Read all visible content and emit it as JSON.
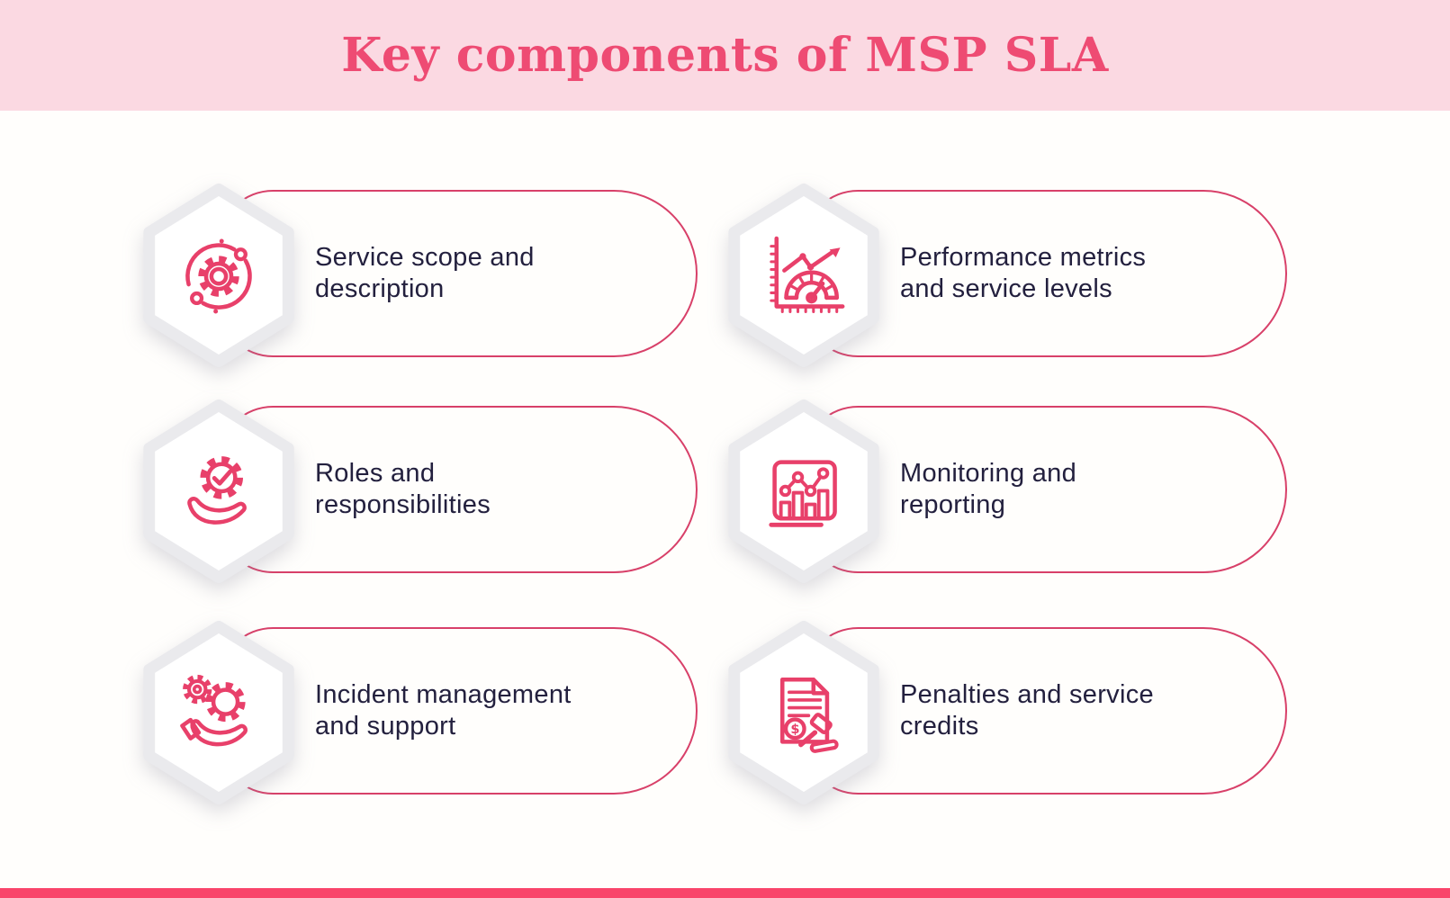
{
  "header": {
    "title": "Key components of MSP SLA",
    "background": "#FBD9E2",
    "title_color": "#EE4B73"
  },
  "cards": [
    {
      "label": "Service scope and description",
      "icon": "gear-orbit-icon"
    },
    {
      "label": "Performance metrics and service levels",
      "icon": "gauge-chart-icon"
    },
    {
      "label": "Roles and responsibilities",
      "icon": "hand-gear-check-icon"
    },
    {
      "label": "Monitoring and reporting",
      "icon": "bar-chart-window-icon"
    },
    {
      "label": "Incident management and support",
      "icon": "hand-gears-icon"
    },
    {
      "label": "Penalties and service credits",
      "icon": "contract-gavel-icon"
    }
  ],
  "colors": {
    "accent_icon": "#E8406A",
    "pill_border": "#D84069",
    "body_text": "#23203E",
    "bottom_bar": "#F9456A",
    "hexagon_border": "#EAEAED",
    "page_background": "#FFFEFC"
  }
}
